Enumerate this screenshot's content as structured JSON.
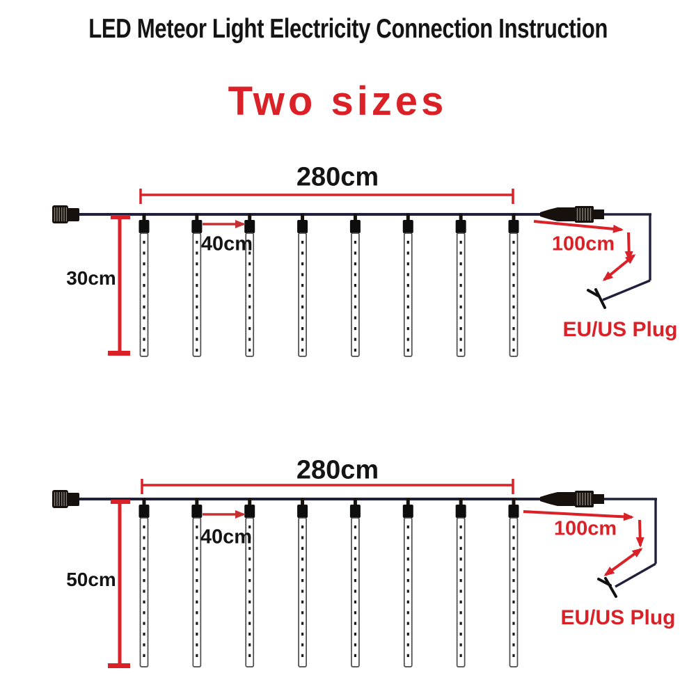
{
  "header": {
    "title": "LED Meteor Light Electricity Connection Instruction",
    "subtitle": "Two sizes"
  },
  "colors": {
    "background": "#ffffff",
    "title_text": "#141414",
    "accent_red": "#da2127",
    "arrow_red": "#c53030",
    "wire": "#20203a",
    "connector_dark": "#16110d",
    "connector_rib": "#8a837c",
    "tube_outline": "#4a4a4a",
    "tube_fill": "#ffffff",
    "led_dot": "#1b1b1b",
    "plug_stroke": "#111111"
  },
  "diagrams": [
    {
      "span_label": "280cm",
      "gap_label": "40cm",
      "height_label": "30cm",
      "lead_label": "100cm",
      "plug_label": "EU/US Plug",
      "tube_count": 8,
      "leds_per_tube": 11
    },
    {
      "span_label": "280cm",
      "gap_label": "40cm",
      "height_label": "50cm",
      "lead_label": "100cm",
      "plug_label": "EU/US Plug",
      "tube_count": 8,
      "leds_per_tube": 13
    }
  ]
}
